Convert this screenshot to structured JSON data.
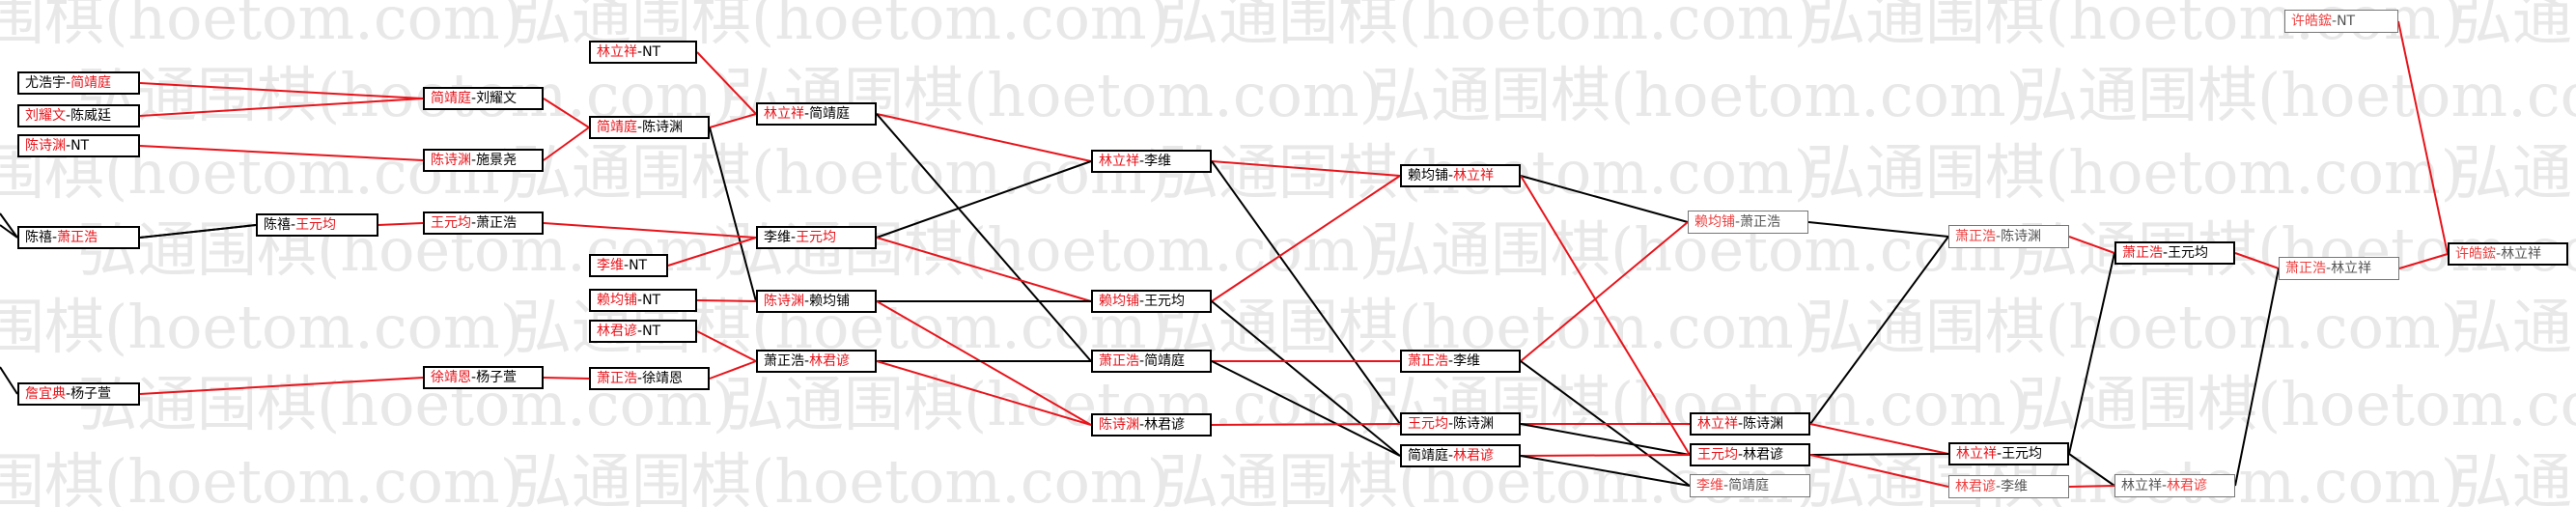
{
  "watermark": "弘通围棋(hoetom.com)",
  "colors": {
    "red": "#e8141b",
    "black": "#000000",
    "border": "#000000",
    "watermark": "#e8e8e8"
  },
  "nodes": [
    {
      "id": "a1",
      "a": "尤浩宇",
      "b": "简靖庭",
      "win": "b"
    },
    {
      "id": "a2",
      "a": "刘耀文",
      "b": "陈威廷",
      "win": "a"
    },
    {
      "id": "a3",
      "a": "陈诗渊",
      "b": "NT",
      "win": "a"
    },
    {
      "id": "a4",
      "a": "陈禧",
      "b": "萧正浩",
      "win": "b"
    },
    {
      "id": "a5",
      "a": "詹宜典",
      "b": "杨子萱",
      "win": "a"
    },
    {
      "id": "b1",
      "a": "简靖庭",
      "b": "刘耀文",
      "win": "a"
    },
    {
      "id": "b2",
      "a": "陈诗渊",
      "b": "施景尧",
      "win": "a"
    },
    {
      "id": "b3",
      "a": "陈禧",
      "b": "王元均",
      "win": "b"
    },
    {
      "id": "b4",
      "a": "徐靖恩",
      "b": "杨子萱",
      "win": "a"
    },
    {
      "id": "c1",
      "a": "林立祥",
      "b": "NT",
      "win": "a"
    },
    {
      "id": "c2",
      "a": "简靖庭",
      "b": "陈诗渊",
      "win": "a"
    },
    {
      "id": "c3",
      "a": "王元均",
      "b": "萧正浩",
      "win": "a"
    },
    {
      "id": "c4",
      "a": "李维",
      "b": "NT",
      "win": "a"
    },
    {
      "id": "c5",
      "a": "赖均铺",
      "b": "NT",
      "win": "a"
    },
    {
      "id": "c6",
      "a": "林君谚",
      "b": "NT",
      "win": "a"
    },
    {
      "id": "c7",
      "a": "萧正浩",
      "b": "徐靖恩",
      "win": "a"
    },
    {
      "id": "d1",
      "a": "林立祥",
      "b": "简靖庭",
      "win": "a"
    },
    {
      "id": "d2",
      "a": "李维",
      "b": "王元均",
      "win": "b"
    },
    {
      "id": "d3",
      "a": "陈诗渊",
      "b": "赖均铺",
      "win": "a"
    },
    {
      "id": "d4",
      "a": "萧正浩",
      "b": "林君谚",
      "win": "b"
    },
    {
      "id": "e1",
      "a": "林立祥",
      "b": "李维",
      "win": "a"
    },
    {
      "id": "e2",
      "a": "赖均铺",
      "b": "王元均",
      "win": "a"
    },
    {
      "id": "e3",
      "a": "萧正浩",
      "b": "简靖庭",
      "win": "a"
    },
    {
      "id": "e4",
      "a": "陈诗渊",
      "b": "林君谚",
      "win": "a"
    },
    {
      "id": "f1",
      "a": "赖均铺",
      "b": "林立祥",
      "win": "b"
    },
    {
      "id": "f2",
      "a": "萧正浩",
      "b": "李维",
      "win": "a"
    },
    {
      "id": "f3",
      "a": "王元均",
      "b": "陈诗渊",
      "win": "a"
    },
    {
      "id": "f4",
      "a": "简靖庭",
      "b": "林君谚",
      "win": "b"
    },
    {
      "id": "g1",
      "a": "赖均铺",
      "b": "萧正浩",
      "win": "a"
    },
    {
      "id": "g2",
      "a": "林立祥",
      "b": "陈诗渊",
      "win": "a"
    },
    {
      "id": "g3",
      "a": "王元均",
      "b": "林君谚",
      "win": "a"
    },
    {
      "id": "g4",
      "a": "李维",
      "b": "简靖庭",
      "win": "a"
    },
    {
      "id": "h1",
      "a": "萧正浩",
      "b": "陈诗渊",
      "win": "a"
    },
    {
      "id": "h2",
      "a": "林立祥",
      "b": "王元均",
      "win": "a"
    },
    {
      "id": "h3",
      "a": "林君谚",
      "b": "李维",
      "win": "a"
    },
    {
      "id": "i1",
      "a": "萧正浩",
      "b": "王元均",
      "win": "a"
    },
    {
      "id": "i2",
      "a": "林立祥",
      "b": "林君谚",
      "win": "b"
    },
    {
      "id": "j1",
      "a": "萧正浩",
      "b": "林立祥",
      "win": "a"
    },
    {
      "id": "k1",
      "a": "许皓鋐",
      "b": "NT",
      "win": "a"
    },
    {
      "id": "k2",
      "a": "许皓鋐",
      "b": "林立祥",
      "win": "a"
    }
  ],
  "edges": [
    [
      "stubL",
      "a4",
      "black"
    ],
    [
      "stubL2",
      "a4",
      "black"
    ],
    [
      "stubL3",
      "a5",
      "black"
    ],
    [
      "a1",
      "b1",
      "red"
    ],
    [
      "a2",
      "b1",
      "red"
    ],
    [
      "a3",
      "b2",
      "red"
    ],
    [
      "a4",
      "b3",
      "black"
    ],
    [
      "a4",
      "b3b",
      "black"
    ],
    [
      "a5",
      "b4",
      "red"
    ],
    [
      "b1",
      "c2",
      "red"
    ],
    [
      "b2",
      "c2",
      "red"
    ],
    [
      "b3",
      "c3",
      "red"
    ],
    [
      "b4",
      "c7",
      "red"
    ],
    [
      "c1",
      "d1",
      "red"
    ],
    [
      "c2",
      "d1",
      "red"
    ],
    [
      "c2",
      "d3",
      "black"
    ],
    [
      "c3",
      "d2",
      "red"
    ],
    [
      "c4",
      "d2",
      "red"
    ],
    [
      "c5",
      "d3",
      "red"
    ],
    [
      "c6",
      "d4",
      "red"
    ],
    [
      "c7",
      "d4",
      "red"
    ],
    [
      "d1",
      "e1",
      "red"
    ],
    [
      "d1",
      "e3",
      "black"
    ],
    [
      "d2",
      "e1",
      "black"
    ],
    [
      "d2",
      "e2",
      "red"
    ],
    [
      "d3",
      "e2",
      "black"
    ],
    [
      "d3",
      "e4",
      "red"
    ],
    [
      "d4",
      "e3",
      "black"
    ],
    [
      "d4",
      "e4",
      "red"
    ],
    [
      "e1",
      "f1",
      "red"
    ],
    [
      "e1",
      "f3",
      "black"
    ],
    [
      "e2",
      "f1",
      "red"
    ],
    [
      "e2",
      "f4",
      "black"
    ],
    [
      "e3",
      "f2",
      "red"
    ],
    [
      "e3",
      "f4",
      "black"
    ],
    [
      "e4",
      "f3",
      "red"
    ],
    [
      "f1",
      "g1",
      "black"
    ],
    [
      "f1",
      "g3",
      "red"
    ],
    [
      "f2",
      "g1",
      "red"
    ],
    [
      "f2",
      "g4",
      "black"
    ],
    [
      "f3",
      "g2",
      "red"
    ],
    [
      "f3",
      "g3",
      "black"
    ],
    [
      "f4",
      "g3",
      "red"
    ],
    [
      "f4",
      "g4",
      "black"
    ],
    [
      "g1",
      "h1",
      "black"
    ],
    [
      "g2",
      "h1",
      "black"
    ],
    [
      "g2",
      "h2",
      "red"
    ],
    [
      "g3",
      "h2",
      "black"
    ],
    [
      "g3",
      "h3",
      "red"
    ],
    [
      "h1",
      "i1",
      "red"
    ],
    [
      "h2",
      "i1",
      "black"
    ],
    [
      "h2",
      "i2",
      "black"
    ],
    [
      "h3",
      "i2",
      "red"
    ],
    [
      "i1",
      "j1",
      "red"
    ],
    [
      "i2",
      "j1",
      "black"
    ],
    [
      "j1",
      "k2",
      "red"
    ],
    [
      "k1",
      "k2",
      "red"
    ]
  ]
}
